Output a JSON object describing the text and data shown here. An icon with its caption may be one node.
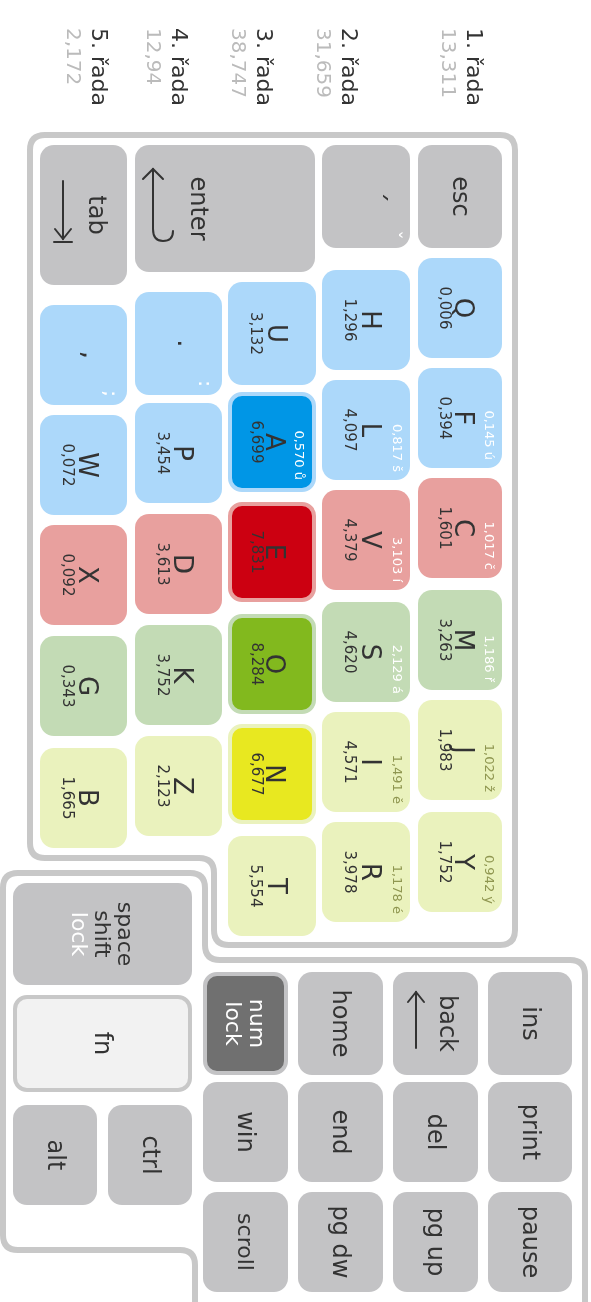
{
  "diagram": {
    "nodes": [
      {
        "text": [
          "esc"
        ]
      },
      {
        "text": [
          "Q",
          "0,006"
        ]
      },
      {
        "text": [
          "F",
          "0,394",
          "0,145 ú"
        ]
      },
      {
        "text": [
          "C",
          "1,601",
          "1,017 č"
        ]
      },
      {
        "text": [
          "M",
          "3,263",
          "1,186 ř"
        ]
      },
      {
        "text": [
          "J",
          "1,983",
          "1,022 ž"
        ]
      },
      {
        "text": [
          "Y",
          "1,752",
          "0,942 ý"
        ]
      },
      {
        "text": [
          "´",
          "ˇ"
        ]
      },
      {
        "text": [
          "H",
          "1,296"
        ]
      },
      {
        "text": [
          "L",
          "4,097",
          "0,817 š"
        ]
      },
      {
        "text": [
          "V",
          "4,379",
          "3,103 í"
        ]
      },
      {
        "text": [
          "S",
          "4,620",
          "2,129 á"
        ]
      },
      {
        "text": [
          "I",
          "4,571",
          "1,491 ě"
        ]
      },
      {
        "text": [
          "R",
          "3,978",
          "1,178 é"
        ]
      },
      {
        "text": [
          "enter"
        ]
      },
      {
        "text": [
          "U",
          "3,132"
        ]
      },
      {
        "text": [
          "A",
          "6,699",
          "0,570 ů"
        ]
      },
      {
        "text": [
          "E",
          "7,831"
        ]
      },
      {
        "text": [
          "O",
          "8,284"
        ]
      },
      {
        "text": [
          "N",
          "6,677"
        ]
      },
      {
        "text": [
          "T",
          "5,554"
        ]
      },
      {
        "text": [
          ".",
          ":"
        ]
      },
      {
        "text": [
          "P",
          "3,454"
        ]
      },
      {
        "text": [
          "D",
          "3,613"
        ]
      },
      {
        "text": [
          "K",
          "3,752"
        ]
      },
      {
        "text": [
          "Z",
          "2,123"
        ]
      },
      {
        "text": [
          "tab"
        ]
      },
      {
        "text": [
          ",",
          ";"
        ]
      },
      {
        "text": [
          "W",
          "0,072"
        ]
      },
      {
        "text": [
          "X",
          "0,092"
        ]
      },
      {
        "text": [
          "G",
          "0,343"
        ]
      },
      {
        "text": [
          "B",
          "1,665"
        ]
      },
      {
        "text": [
          "ins"
        ]
      },
      {
        "text": [
          "print"
        ]
      },
      {
        "text": [
          "pause"
        ]
      },
      {
        "text": [
          "back"
        ]
      },
      {
        "text": [
          "del"
        ]
      },
      {
        "text": [
          "pg up"
        ]
      },
      {
        "text": [
          "home"
        ]
      },
      {
        "text": [
          "end"
        ]
      },
      {
        "text": [
          "pg dw"
        ]
      },
      {
        "text": [
          "num lock"
        ]
      },
      {
        "text": [
          "win"
        ]
      },
      {
        "text": [
          "scroll"
        ]
      },
      {
        "text": [
          "space",
          "shift",
          "lock"
        ]
      },
      {
        "text": [
          "fn"
        ]
      },
      {
        "text": [
          "ctrl"
        ]
      },
      {
        "text": [
          "alt"
        ]
      }
    ],
    "labels": [
      "1. řada",
      "13,311",
      "2. řada",
      "31,659",
      "3. řada",
      "38,747",
      "4. řada",
      "12,94",
      "5. řada",
      "2,172"
    ]
  }
}
